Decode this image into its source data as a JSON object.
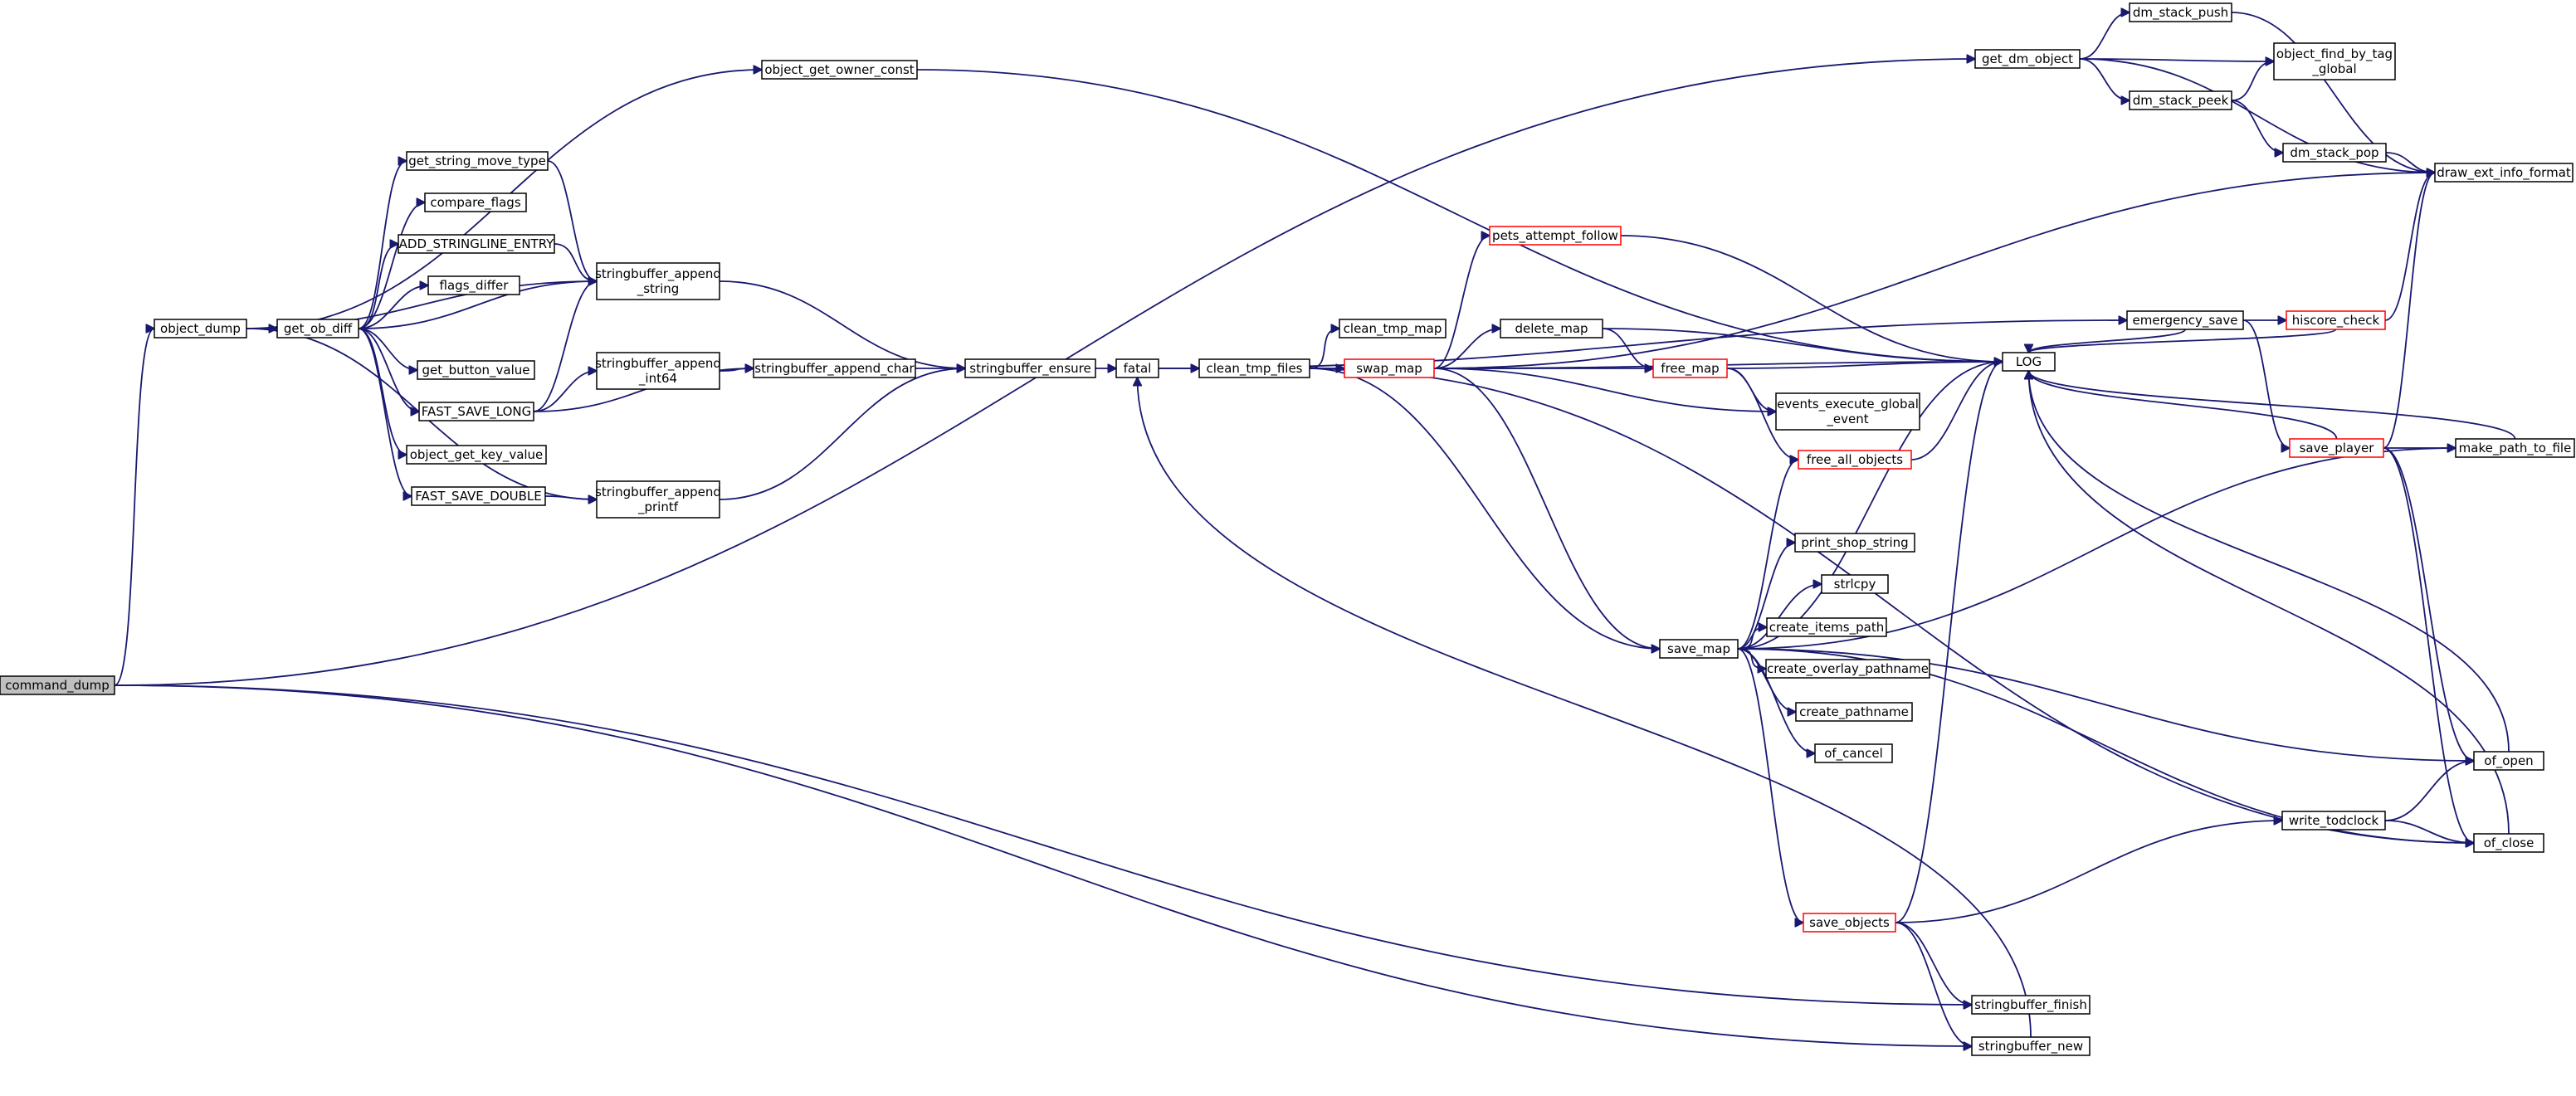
{
  "colors": {
    "edge": "#191970",
    "node_border": "#000000",
    "node_border_truncated": "#ff0000",
    "root_fill": "#bfbfbf",
    "node_fill": "#ffffff"
  },
  "nodes": [
    {
      "id": "command_dump",
      "label": [
        "command_dump"
      ],
      "variant": "root"
    },
    {
      "id": "object_dump",
      "label": [
        "object_dump"
      ],
      "variant": "normal"
    },
    {
      "id": "get_ob_diff",
      "label": [
        "get_ob_diff"
      ],
      "variant": "normal"
    },
    {
      "id": "object_get_owner_const",
      "label": [
        "object_get_owner_const"
      ],
      "variant": "normal"
    },
    {
      "id": "get_string_move_type",
      "label": [
        "get_string_move_type"
      ],
      "variant": "normal"
    },
    {
      "id": "compare_flags",
      "label": [
        "compare_flags"
      ],
      "variant": "normal"
    },
    {
      "id": "ADD_STRINGLINE_ENTRY",
      "label": [
        "ADD_STRINGLINE_ENTRY"
      ],
      "variant": "normal"
    },
    {
      "id": "flags_differ",
      "label": [
        "flags_differ"
      ],
      "variant": "normal"
    },
    {
      "id": "get_button_value",
      "label": [
        "get_button_value"
      ],
      "variant": "normal"
    },
    {
      "id": "FAST_SAVE_LONG",
      "label": [
        "FAST_SAVE_LONG"
      ],
      "variant": "normal"
    },
    {
      "id": "object_get_key_value",
      "label": [
        "object_get_key_value"
      ],
      "variant": "normal"
    },
    {
      "id": "FAST_SAVE_DOUBLE",
      "label": [
        "FAST_SAVE_DOUBLE"
      ],
      "variant": "normal"
    },
    {
      "id": "sb_append_string",
      "label": [
        "stringbuffer_append",
        "_string"
      ],
      "variant": "normal"
    },
    {
      "id": "sb_append_int64",
      "label": [
        "stringbuffer_append",
        "_int64"
      ],
      "variant": "normal"
    },
    {
      "id": "sb_append_printf",
      "label": [
        "stringbuffer_append",
        "_printf"
      ],
      "variant": "normal"
    },
    {
      "id": "sb_append_char",
      "label": [
        "stringbuffer_append_char"
      ],
      "variant": "normal"
    },
    {
      "id": "sb_ensure",
      "label": [
        "stringbuffer_ensure"
      ],
      "variant": "normal"
    },
    {
      "id": "fatal",
      "label": [
        "fatal"
      ],
      "variant": "normal"
    },
    {
      "id": "clean_tmp_files",
      "label": [
        "clean_tmp_files"
      ],
      "variant": "normal"
    },
    {
      "id": "clean_tmp_map",
      "label": [
        "clean_tmp_map"
      ],
      "variant": "normal"
    },
    {
      "id": "swap_map",
      "label": [
        "swap_map"
      ],
      "variant": "truncated"
    },
    {
      "id": "pets_attempt_follow",
      "label": [
        "pets_attempt_follow"
      ],
      "variant": "truncated"
    },
    {
      "id": "delete_map",
      "label": [
        "delete_map"
      ],
      "variant": "normal"
    },
    {
      "id": "free_map",
      "label": [
        "free_map"
      ],
      "variant": "truncated"
    },
    {
      "id": "events_execute_global_event",
      "label": [
        "events_execute_global",
        "_event"
      ],
      "variant": "normal"
    },
    {
      "id": "free_all_objects",
      "label": [
        "free_all_objects"
      ],
      "variant": "truncated"
    },
    {
      "id": "print_shop_string",
      "label": [
        "print_shop_string"
      ],
      "variant": "normal"
    },
    {
      "id": "strlcpy",
      "label": [
        "strlcpy"
      ],
      "variant": "normal"
    },
    {
      "id": "create_items_path",
      "label": [
        "create_items_path"
      ],
      "variant": "normal"
    },
    {
      "id": "create_overlay_pathname",
      "label": [
        "create_overlay_pathname"
      ],
      "variant": "normal"
    },
    {
      "id": "create_pathname",
      "label": [
        "create_pathname"
      ],
      "variant": "normal"
    },
    {
      "id": "of_cancel",
      "label": [
        "of_cancel"
      ],
      "variant": "normal"
    },
    {
      "id": "save_map",
      "label": [
        "save_map"
      ],
      "variant": "normal"
    },
    {
      "id": "save_objects",
      "label": [
        "save_objects"
      ],
      "variant": "truncated"
    },
    {
      "id": "get_dm_object",
      "label": [
        "get_dm_object"
      ],
      "variant": "normal"
    },
    {
      "id": "dm_stack_push",
      "label": [
        "dm_stack_push"
      ],
      "variant": "normal"
    },
    {
      "id": "dm_stack_peek",
      "label": [
        "dm_stack_peek"
      ],
      "variant": "normal"
    },
    {
      "id": "dm_stack_pop",
      "label": [
        "dm_stack_pop"
      ],
      "variant": "normal"
    },
    {
      "id": "object_find_by_tag_global",
      "label": [
        "object_find_by_tag",
        "_global"
      ],
      "variant": "normal"
    },
    {
      "id": "draw_ext_info_format",
      "label": [
        "draw_ext_info_format"
      ],
      "variant": "normal"
    },
    {
      "id": "LOG",
      "label": [
        "LOG"
      ],
      "variant": "normal"
    },
    {
      "id": "emergency_save",
      "label": [
        "emergency_save"
      ],
      "variant": "normal"
    },
    {
      "id": "hiscore_check",
      "label": [
        "hiscore_check"
      ],
      "variant": "truncated"
    },
    {
      "id": "save_player",
      "label": [
        "save_player"
      ],
      "variant": "truncated"
    },
    {
      "id": "make_path_to_file",
      "label": [
        "make_path_to_file"
      ],
      "variant": "normal"
    },
    {
      "id": "of_open",
      "label": [
        "of_open"
      ],
      "variant": "normal"
    },
    {
      "id": "of_close",
      "label": [
        "of_close"
      ],
      "variant": "normal"
    },
    {
      "id": "write_todclock",
      "label": [
        "write_todclock"
      ],
      "variant": "normal"
    },
    {
      "id": "sb_finish",
      "label": [
        "stringbuffer_finish"
      ],
      "variant": "normal"
    },
    {
      "id": "sb_new",
      "label": [
        "stringbuffer_new"
      ],
      "variant": "normal"
    }
  ],
  "edges": [
    [
      "command_dump",
      "object_dump"
    ],
    [
      "command_dump",
      "get_dm_object"
    ],
    [
      "command_dump",
      "sb_finish"
    ],
    [
      "command_dump",
      "sb_new"
    ],
    [
      "object_dump",
      "get_ob_diff"
    ],
    [
      "object_dump",
      "object_get_owner_const"
    ],
    [
      "object_dump",
      "sb_append_string"
    ],
    [
      "object_dump",
      "sb_append_printf"
    ],
    [
      "get_ob_diff",
      "get_string_move_type"
    ],
    [
      "get_ob_diff",
      "compare_flags"
    ],
    [
      "get_ob_diff",
      "ADD_STRINGLINE_ENTRY"
    ],
    [
      "get_ob_diff",
      "flags_differ"
    ],
    [
      "get_ob_diff",
      "get_button_value"
    ],
    [
      "get_ob_diff",
      "FAST_SAVE_LONG"
    ],
    [
      "get_ob_diff",
      "object_get_key_value"
    ],
    [
      "get_ob_diff",
      "FAST_SAVE_DOUBLE"
    ],
    [
      "get_ob_diff",
      "sb_append_string"
    ],
    [
      "get_string_move_type",
      "sb_append_string"
    ],
    [
      "ADD_STRINGLINE_ENTRY",
      "sb_append_string"
    ],
    [
      "FAST_SAVE_LONG",
      "sb_append_string"
    ],
    [
      "FAST_SAVE_LONG",
      "sb_append_int64"
    ],
    [
      "FAST_SAVE_LONG",
      "sb_append_char"
    ],
    [
      "FAST_SAVE_DOUBLE",
      "sb_append_printf"
    ],
    [
      "sb_append_string",
      "sb_ensure"
    ],
    [
      "sb_append_int64",
      "sb_append_char"
    ],
    [
      "sb_append_char",
      "sb_ensure"
    ],
    [
      "sb_append_printf",
      "sb_ensure"
    ],
    [
      "sb_ensure",
      "fatal"
    ],
    [
      "fatal",
      "clean_tmp_files"
    ],
    [
      "fatal",
      "emergency_save"
    ],
    [
      "object_get_owner_const",
      "LOG"
    ],
    [
      "clean_tmp_files",
      "clean_tmp_map"
    ],
    [
      "clean_tmp_files",
      "swap_map"
    ],
    [
      "clean_tmp_files",
      "save_map"
    ],
    [
      "clean_tmp_files",
      "of_close"
    ],
    [
      "swap_map",
      "pets_attempt_follow"
    ],
    [
      "swap_map",
      "delete_map"
    ],
    [
      "swap_map",
      "free_map"
    ],
    [
      "swap_map",
      "events_execute_global_event"
    ],
    [
      "swap_map",
      "save_map"
    ],
    [
      "swap_map",
      "LOG"
    ],
    [
      "swap_map",
      "clean_tmp_files"
    ],
    [
      "swap_map",
      "draw_ext_info_format"
    ],
    [
      "pets_attempt_follow",
      "LOG"
    ],
    [
      "delete_map",
      "free_map"
    ],
    [
      "delete_map",
      "LOG"
    ],
    [
      "free_map",
      "events_execute_global_event"
    ],
    [
      "free_map",
      "free_all_objects"
    ],
    [
      "free_map",
      "LOG"
    ],
    [
      "free_all_objects",
      "LOG"
    ],
    [
      "save_map",
      "free_all_objects"
    ],
    [
      "save_map",
      "print_shop_string"
    ],
    [
      "save_map",
      "strlcpy"
    ],
    [
      "save_map",
      "create_items_path"
    ],
    [
      "save_map",
      "create_overlay_pathname"
    ],
    [
      "save_map",
      "create_pathname"
    ],
    [
      "save_map",
      "of_cancel"
    ],
    [
      "save_map",
      "save_objects"
    ],
    [
      "save_map",
      "make_path_to_file"
    ],
    [
      "save_map",
      "of_open"
    ],
    [
      "save_map",
      "of_close"
    ],
    [
      "save_map",
      "LOG"
    ],
    [
      "save_objects",
      "LOG"
    ],
    [
      "save_objects",
      "sb_finish"
    ],
    [
      "save_objects",
      "sb_new"
    ],
    [
      "save_objects",
      "write_todclock"
    ],
    [
      "sb_new",
      "fatal"
    ],
    [
      "get_dm_object",
      "dm_stack_push"
    ],
    [
      "get_dm_object",
      "dm_stack_peek"
    ],
    [
      "get_dm_object",
      "object_find_by_tag_global"
    ],
    [
      "get_dm_object",
      "draw_ext_info_format"
    ],
    [
      "dm_stack_push",
      "draw_ext_info_format"
    ],
    [
      "dm_stack_peek",
      "dm_stack_pop"
    ],
    [
      "dm_stack_peek",
      "object_find_by_tag_global"
    ],
    [
      "dm_stack_pop",
      "draw_ext_info_format"
    ],
    [
      "emergency_save",
      "hiscore_check"
    ],
    [
      "emergency_save",
      "save_player"
    ],
    [
      "emergency_save",
      "LOG"
    ],
    [
      "hiscore_check",
      "draw_ext_info_format"
    ],
    [
      "hiscore_check",
      "LOG"
    ],
    [
      "save_player",
      "draw_ext_info_format"
    ],
    [
      "save_player",
      "make_path_to_file"
    ],
    [
      "save_player",
      "of_open"
    ],
    [
      "save_player",
      "of_close"
    ],
    [
      "save_player",
      "LOG"
    ],
    [
      "make_path_to_file",
      "LOG"
    ],
    [
      "of_open",
      "LOG"
    ],
    [
      "of_close",
      "LOG"
    ],
    [
      "write_todclock",
      "of_open"
    ],
    [
      "write_todclock",
      "of_close"
    ]
  ]
}
